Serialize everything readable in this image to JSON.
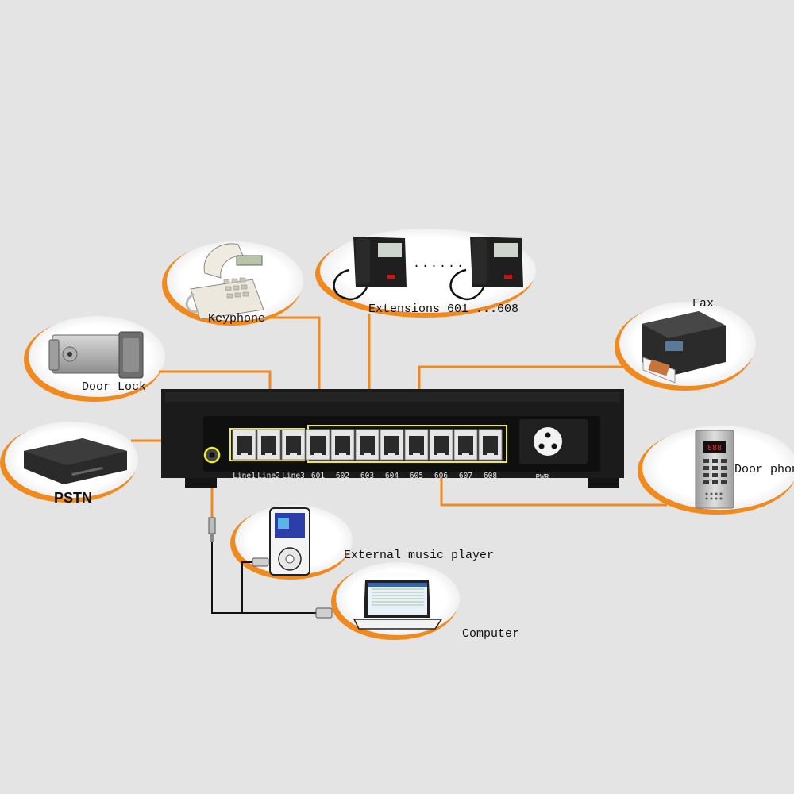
{
  "labels": {
    "keyphone": "Keyphone",
    "extensions": "Extensions 601 ...608",
    "dots": "......",
    "fax": "Fax",
    "door_lock": "Door Lock",
    "pstn": "PSTN",
    "door_phone": "Door phone",
    "music_player": "External music player",
    "computer": "Computer"
  },
  "ports": [
    "Line1",
    "Line2",
    "Line3",
    "601",
    "602",
    "603",
    "604",
    "605",
    "606",
    "607",
    "608"
  ],
  "power_label": "PWR",
  "colors": {
    "background": "#e4e4e4",
    "connector_orange": "#f08a1e",
    "highlight_yellow": "#f2ef2a",
    "device_body": "#1b1b1b",
    "cable_black": "#111111"
  }
}
